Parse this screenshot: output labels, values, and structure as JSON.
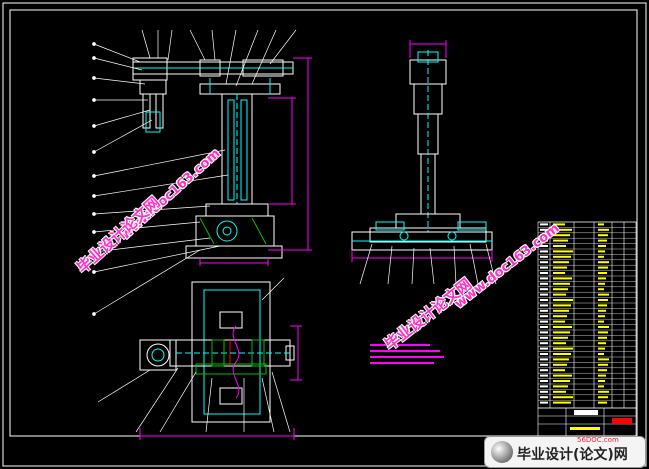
{
  "watermarks": {
    "url_a": "www.doc163.com",
    "cn_a": "毕业设计论文网",
    "url_b": "www.doc163.com",
    "cn_b": "毕业设计论文网"
  },
  "brand": {
    "logo_text": "毕业设计(论文)网",
    "sub": "56DOC.com"
  },
  "colors": {
    "background": "#000000",
    "frame": "#ffffff",
    "structure": "#ffffff",
    "dimension": "#ff00ff",
    "detail": "#00ffff",
    "hatch": "#00c000",
    "title_block": "#ffff00",
    "highlight": "#ff0000",
    "watermark": "#ff2fc8"
  }
}
